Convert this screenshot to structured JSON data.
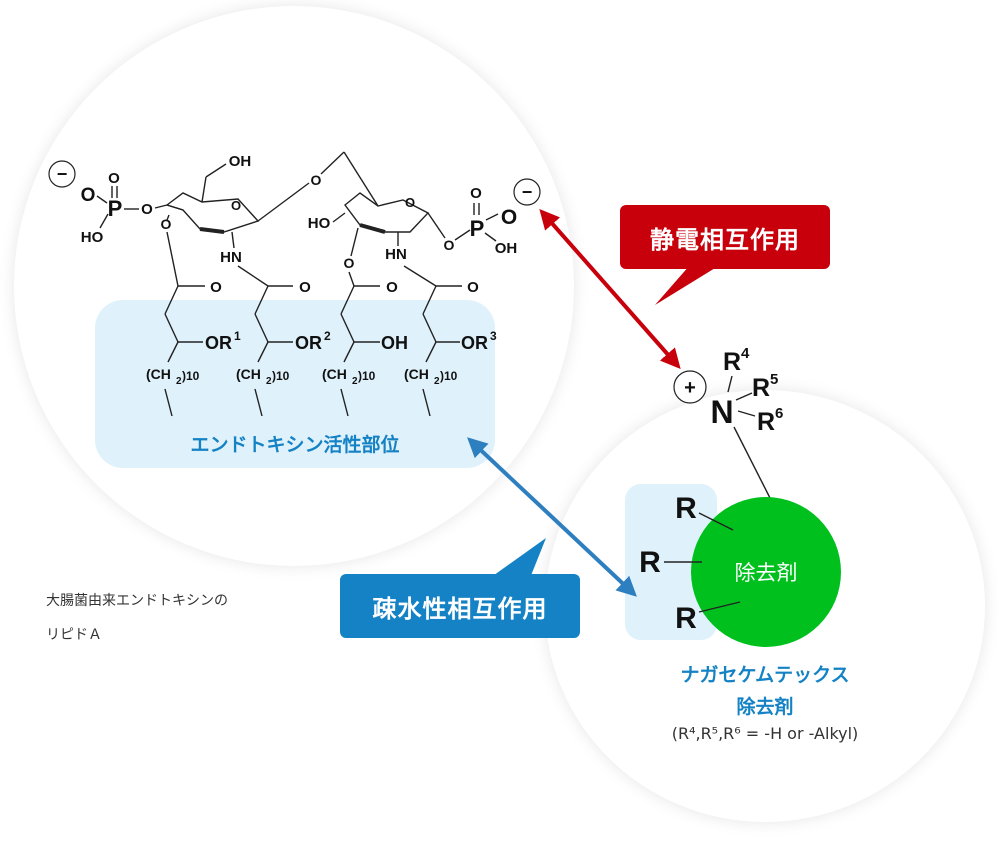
{
  "callouts": {
    "electrostatic": "静電相互作用",
    "hydrophobic": "疎水性相互作用"
  },
  "lipid_a": {
    "site_label": "エンドトキシン活性部位",
    "caption_line1": "大腸菌由来エンドトキシンの",
    "caption_line2": "リピドＡ",
    "atoms": {
      "OH": "OH",
      "O": "O",
      "P": "P",
      "HO": "HO",
      "HN": "HN",
      "OR": "OR",
      "CH2": "(CH",
      "sub2": "2",
      "sub10": ")10",
      "sup1": "1",
      "sup2": "2",
      "sup3": "3"
    }
  },
  "remover": {
    "core_label": "除去剤",
    "name": "ナガセケムテックス",
    "sub": "除去剤",
    "note": "(R⁴,R⁵,R⁶ = -H or -Alkyl)",
    "r_label": "R",
    "n_label": "N",
    "sup4": "4",
    "sup5": "5",
    "sup6": "6"
  },
  "symbols": {
    "minus": "−",
    "plus": "+"
  },
  "colors": {
    "electrostatic": "#c8000b",
    "hydrophobic": "#1482c4",
    "hydrophobic_region": "#dff1fa",
    "remover_core": "#00c01e"
  }
}
